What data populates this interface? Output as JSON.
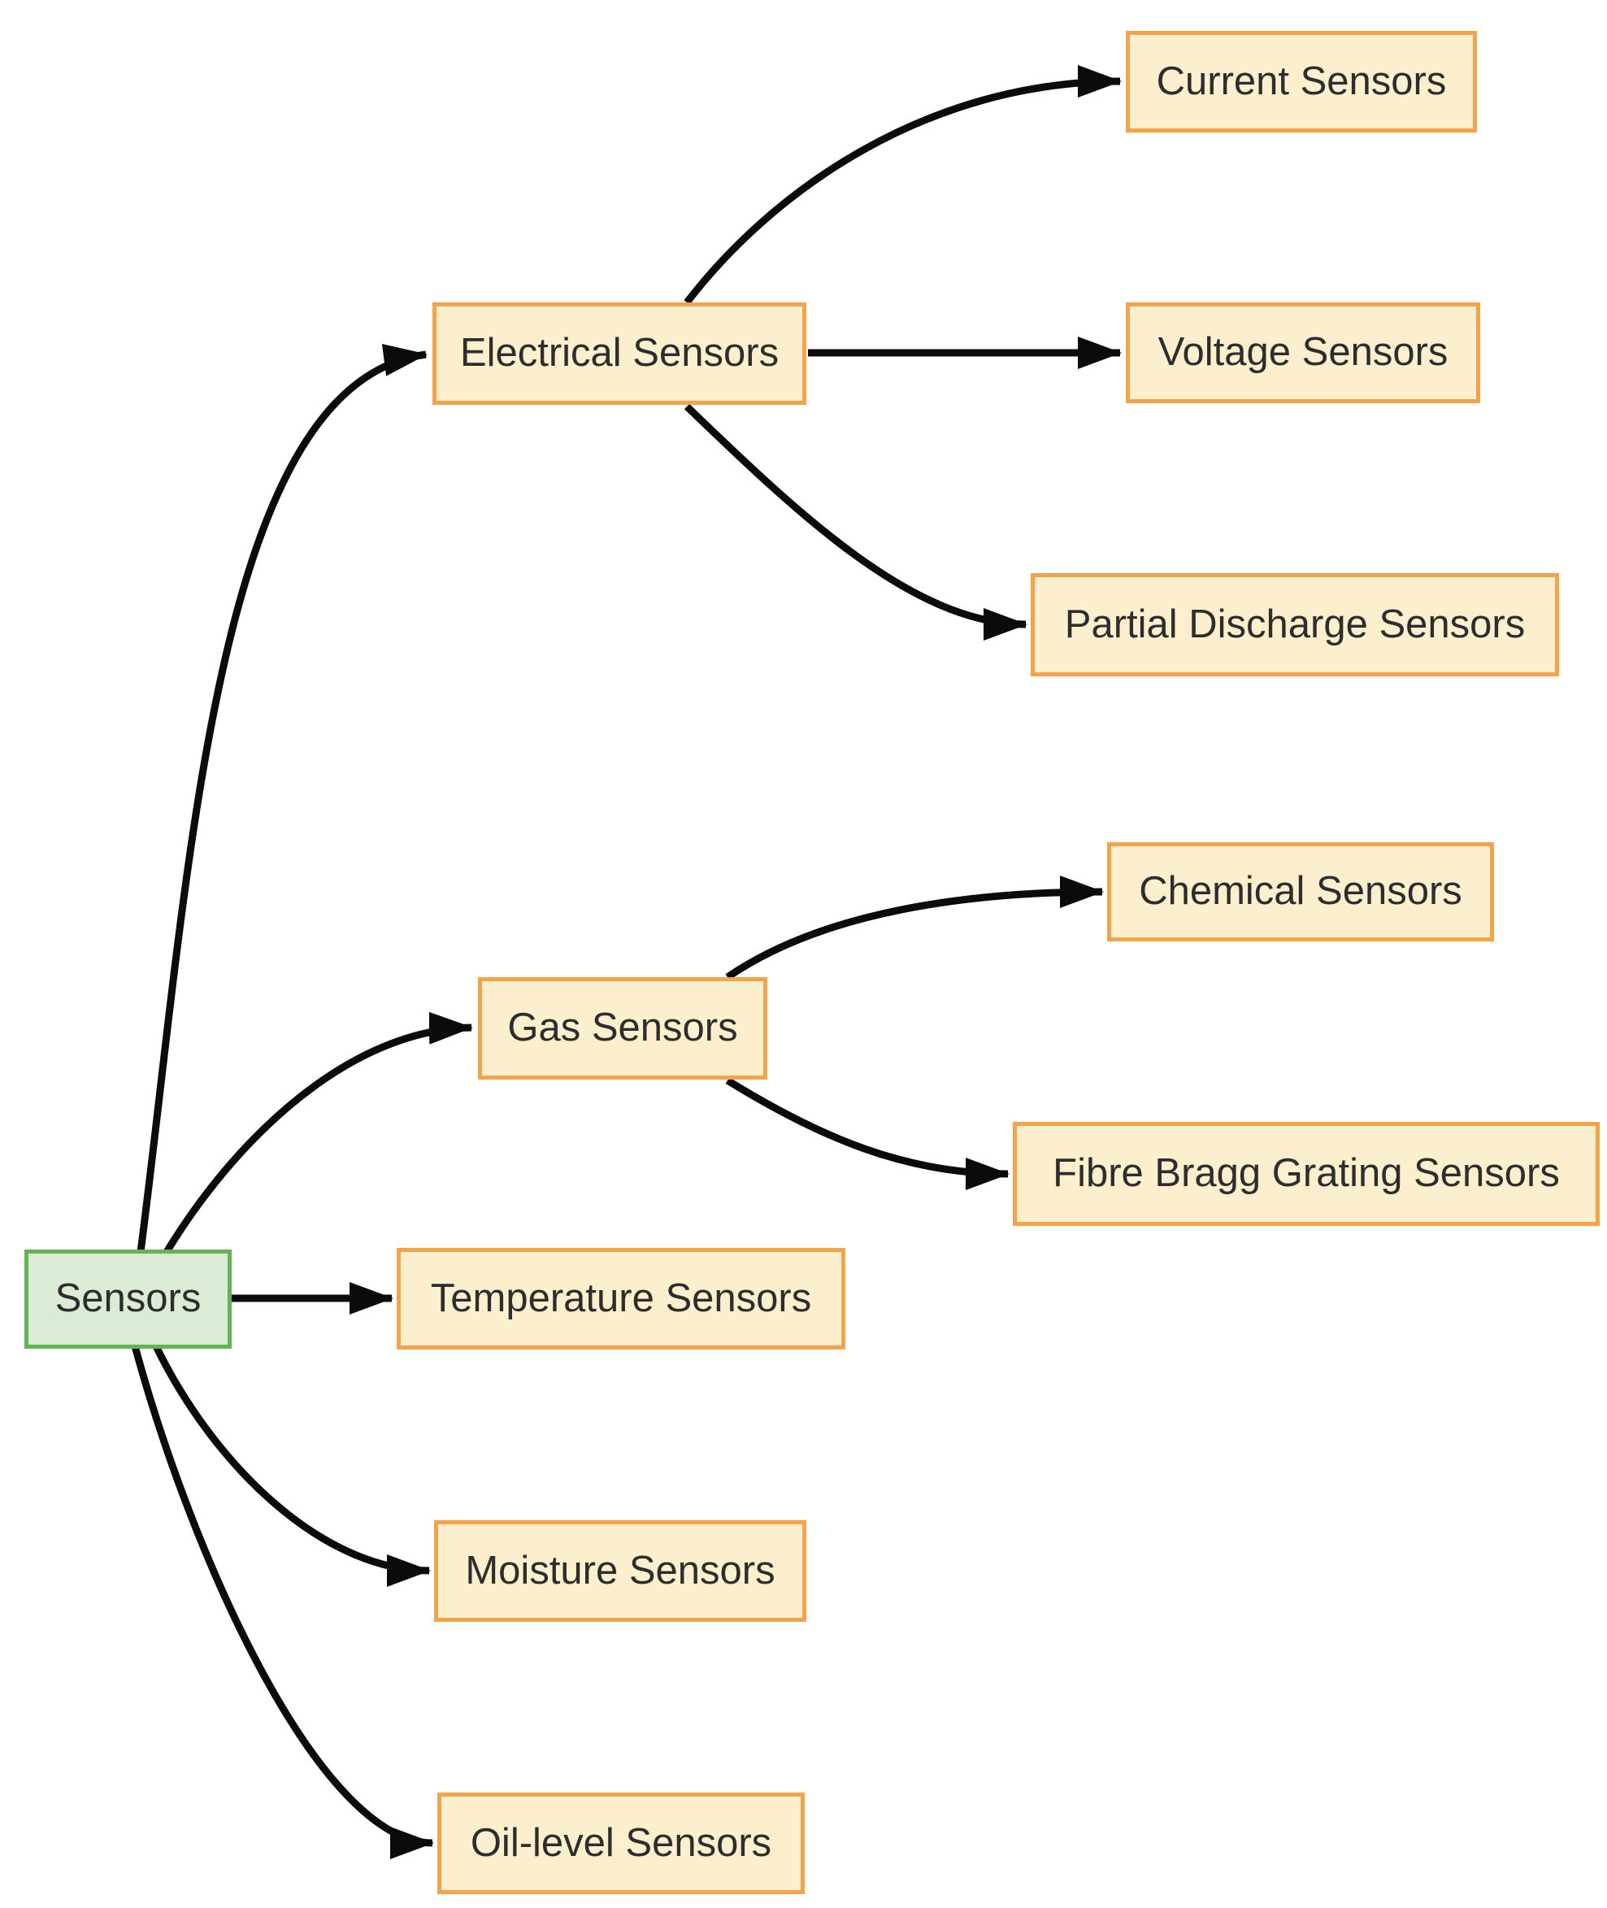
{
  "diagram": {
    "type": "flowchart",
    "orientation": "left-to-right",
    "root_label": "Sensors"
  },
  "nodes": [
    {
      "id": "sensors",
      "label": "Sensors",
      "role": "root"
    },
    {
      "id": "electrical",
      "label": "Electrical Sensors",
      "role": "branch"
    },
    {
      "id": "current",
      "label": "Current Sensors",
      "role": "leaf"
    },
    {
      "id": "voltage",
      "label": "Voltage Sensors",
      "role": "leaf"
    },
    {
      "id": "partial",
      "label": "Partial Discharge Sensors",
      "role": "leaf"
    },
    {
      "id": "gas",
      "label": "Gas Sensors",
      "role": "branch"
    },
    {
      "id": "chemical",
      "label": "Chemical Sensors",
      "role": "leaf"
    },
    {
      "id": "fibre",
      "label": "Fibre Bragg Grating Sensors",
      "role": "leaf"
    },
    {
      "id": "temperature",
      "label": "Temperature Sensors",
      "role": "leaf"
    },
    {
      "id": "moisture",
      "label": "Moisture Sensors",
      "role": "leaf"
    },
    {
      "id": "oil",
      "label": "Oil-level Sensors",
      "role": "leaf"
    }
  ],
  "edges": [
    {
      "from": "Sensors",
      "to": "Electrical Sensors"
    },
    {
      "from": "Sensors",
      "to": "Gas Sensors"
    },
    {
      "from": "Sensors",
      "to": "Temperature Sensors"
    },
    {
      "from": "Sensors",
      "to": "Moisture Sensors"
    },
    {
      "from": "Sensors",
      "to": "Oil-level Sensors"
    },
    {
      "from": "Electrical Sensors",
      "to": "Current Sensors"
    },
    {
      "from": "Electrical Sensors",
      "to": "Voltage Sensors"
    },
    {
      "from": "Electrical Sensors",
      "to": "Partial Discharge Sensors"
    },
    {
      "from": "Gas Sensors",
      "to": "Chemical Sensors"
    },
    {
      "from": "Gas Sensors",
      "to": "Fibre Bragg Grating Sensors"
    }
  ],
  "colors": {
    "background": "#ffffff",
    "root_fill": "#dcebd6",
    "root_border": "#66b257",
    "node_fill": "#fcefce",
    "node_border": "#f2a44d",
    "edge": "#0b0b0b",
    "text": "#2d2d2d"
  }
}
